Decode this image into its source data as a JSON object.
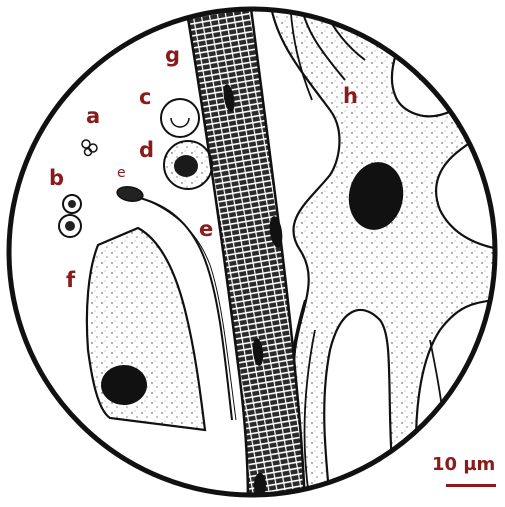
{
  "colors": {
    "label": "#8b1a1a",
    "ink": "#111111",
    "paper": "#ffffff"
  },
  "labels": {
    "a": "a",
    "b": "b",
    "c": "c",
    "d": "d",
    "e_small": "e",
    "e": "e",
    "f": "f",
    "g": "g",
    "h": "h"
  },
  "scale": {
    "text": "10 µm"
  }
}
